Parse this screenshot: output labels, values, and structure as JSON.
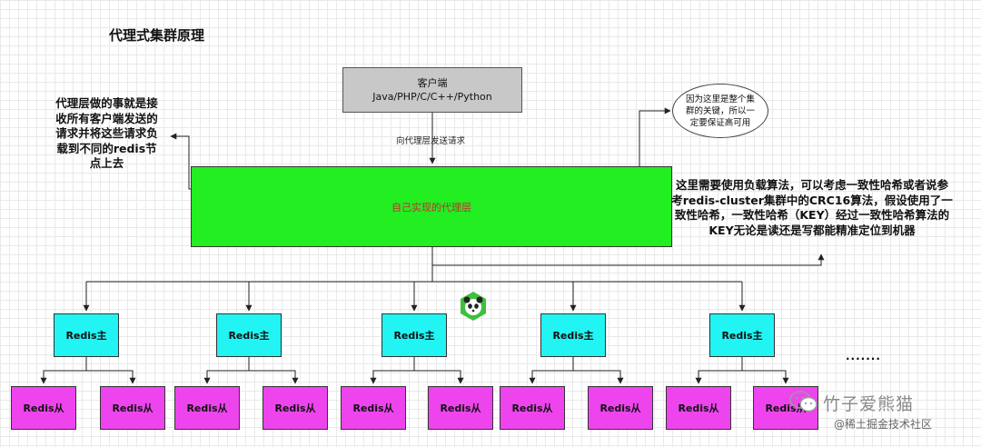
{
  "title": "代理式集群原理",
  "client": {
    "line1": "客户端",
    "line2": "Java/PHP/C/C++/Python"
  },
  "edge_label": "向代理层发送请求",
  "proxy_label": "自己实现的代理层",
  "note_left_lines": [
    "代理层做的事就是接",
    "收所有客户端发送的",
    "请求并将这些请求负",
    "载到不同的redis节",
    "点上去"
  ],
  "note_right_lines": [
    "这里需要使用负载算法，可以考虑一致性哈希或者说参",
    "考redis-cluster集群中的CRC16算法，假设使用了一",
    "致性哈希，一致性哈希（KEY）经过一致性哈希算法的",
    "KEY无论是读还是写都能精准定位到机器"
  ],
  "bubble_lines": [
    "因为这里是整个集",
    "群的关键，所以一",
    "定要保证高可用"
  ],
  "master_label": "Redis主",
  "slave_label": "Redis从",
  "ellipsis": "·······",
  "watermark": {
    "main": "竹子爱熊猫",
    "sub": "@稀土掘金技术社区"
  },
  "colors": {
    "client": "#c8c8c8",
    "proxy": "#22ee22",
    "master": "#22f3f3",
    "slave": "#ee44ee",
    "proxy_text": "#c03030"
  }
}
